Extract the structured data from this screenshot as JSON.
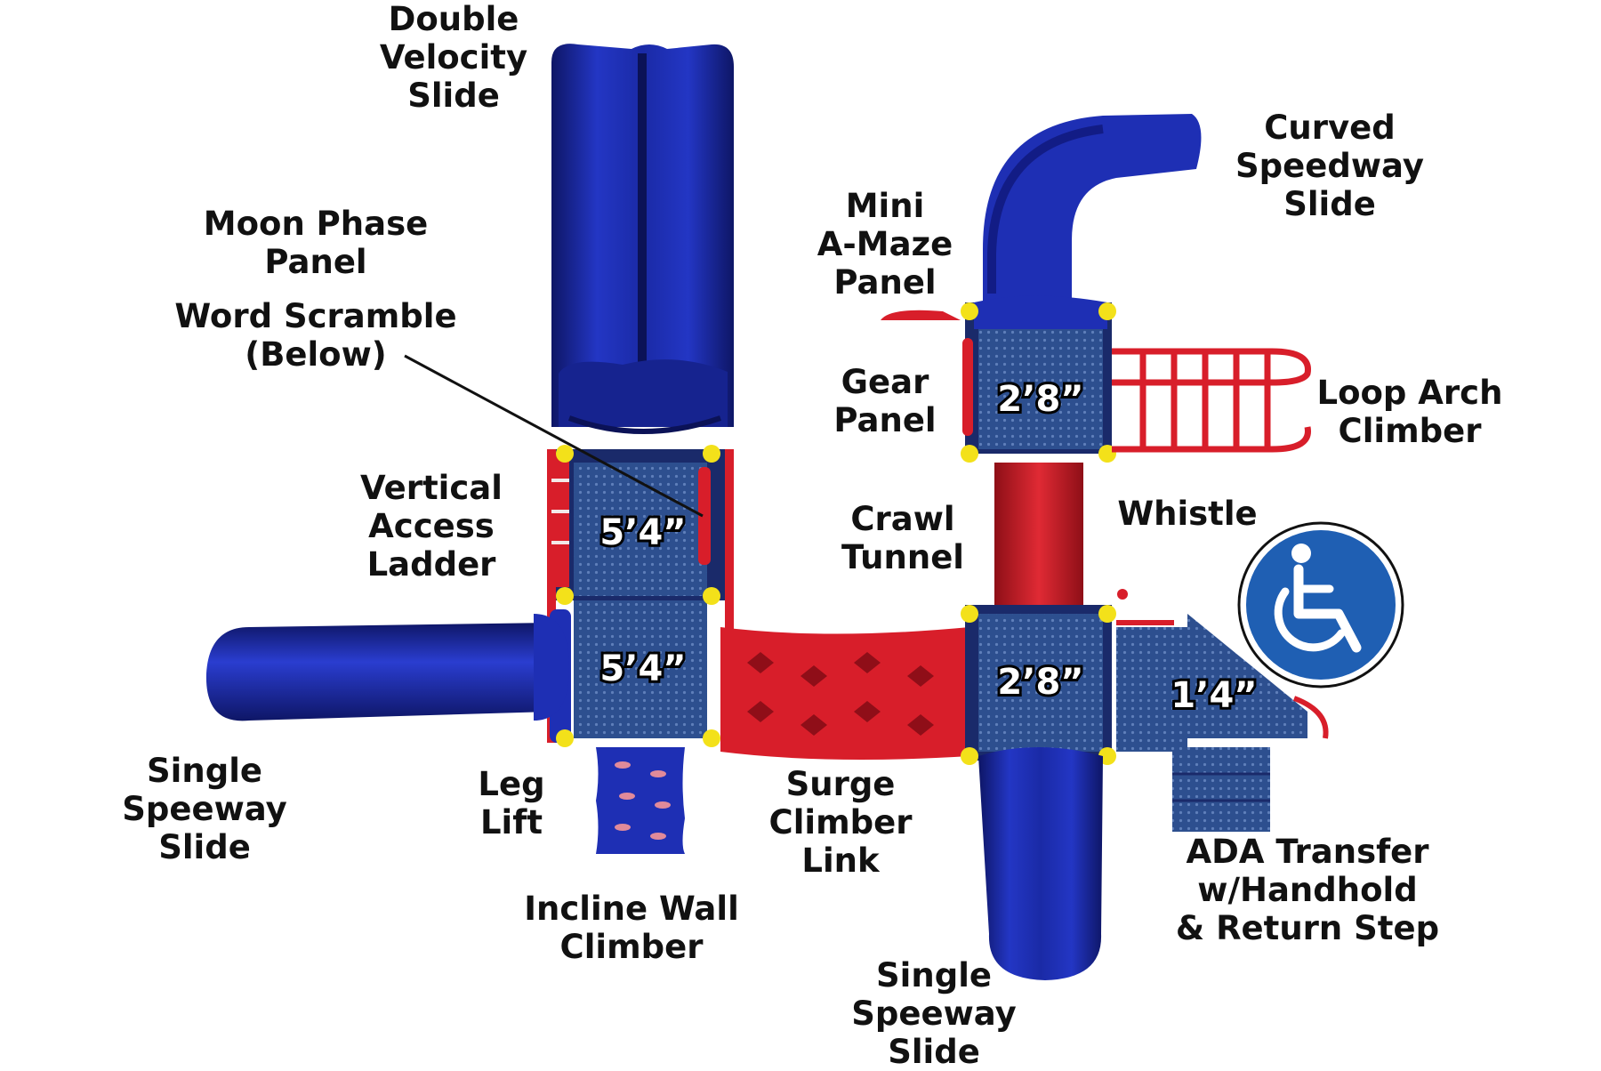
{
  "colors": {
    "blue": "#1e2fb4",
    "blue_dark": "#111a78",
    "red": "#d81e2a",
    "deck": "#2d4f8f",
    "yellow": "#f3e11a",
    "ada_sign": "#1f5fb3"
  },
  "labels": {
    "double_velocity_slide": "Double\nVelocity\nSlide",
    "moon_phase_panel": "Moon Phase\nPanel",
    "word_scramble": "Word Scramble\n(Below)",
    "vertical_access_ladder": "Vertical\nAccess\nLadder",
    "single_speeway_slide_left": "Single\nSpeeway\nSlide",
    "leg_lift": "Leg\nLift",
    "incline_wall_climber": "Incline Wall\nClimber",
    "surge_climber_link": "Surge\nClimber\nLink",
    "crawl_tunnel": "Crawl\nTunnel",
    "whistle": "Whistle",
    "mini_a_maze_panel": "Mini\nA-Maze\nPanel",
    "gear_panel": "Gear\nPanel",
    "curved_speedway_slide": "Curved\nSpeedway\nSlide",
    "loop_arch_climber": "Loop Arch\nClimber",
    "ada_transfer": "ADA Transfer\nw/Handhold\n& Return Step",
    "single_speeway_slide_bottom": "Single\nSpeeway\nSlide"
  },
  "deck_heights": {
    "left_top": "5’4”",
    "left_bottom": "5’4”",
    "right_top": "2’8”",
    "right_bottom": "2’8”",
    "transfer": "1’4”"
  },
  "icons": {
    "accessibility": "wheelchair-icon"
  }
}
